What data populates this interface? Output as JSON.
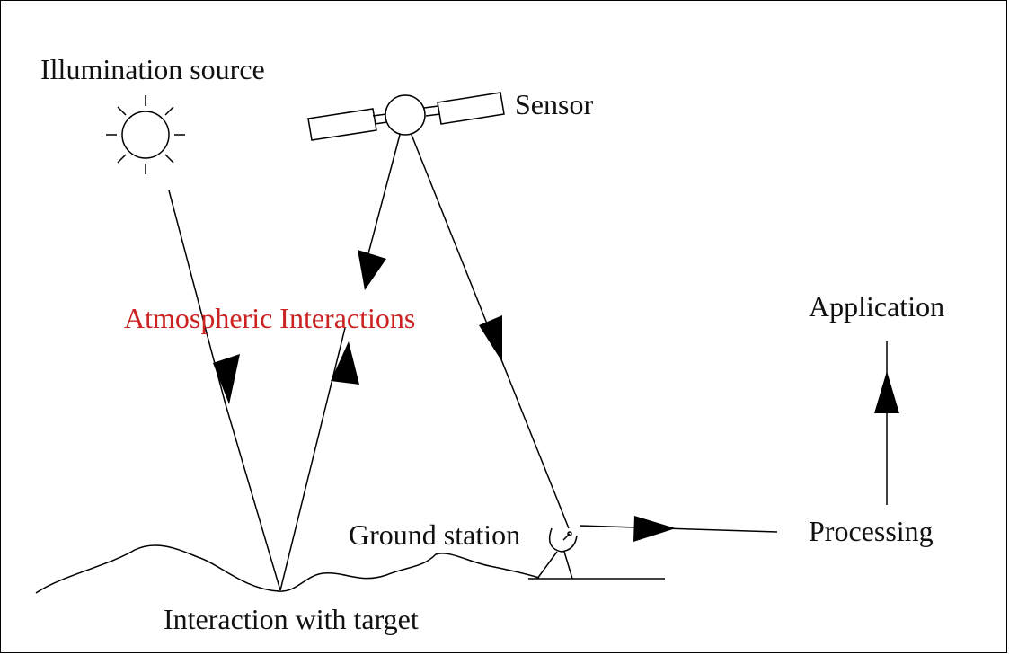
{
  "labels": {
    "illumination_source": "Illumination source",
    "sensor": "Sensor",
    "atmospheric_interactions": "Atmospheric Interactions",
    "application": "Application",
    "ground_station": "Ground station",
    "processing": "Processing",
    "interaction_with_target": "Interaction with target"
  },
  "colors": {
    "highlight": "#cc2222",
    "line": "#000000"
  }
}
